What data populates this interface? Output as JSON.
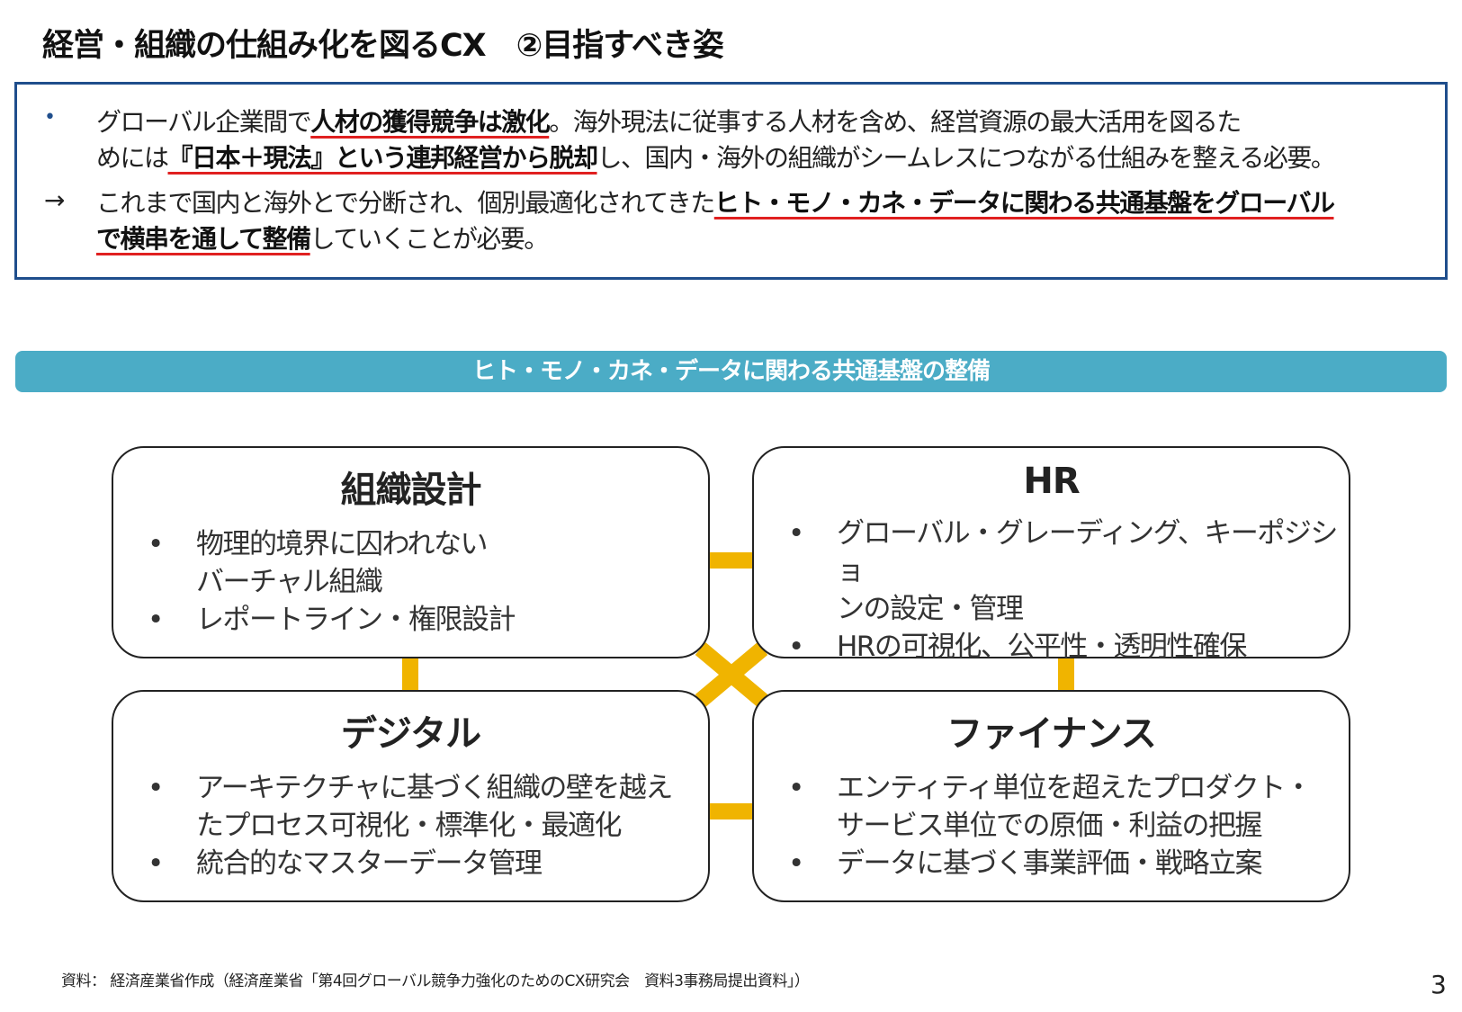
{
  "title": "経営・組織の仕組み化を図るCX　②目指すべき姿",
  "summary": {
    "bullet_icon": "•",
    "arrow_icon": "→",
    "p1": [
      "グローバル企業間で",
      "人材の獲得競争は激化",
      "。海外現法に従事する人材を含め、経営資源の最大活用を図るた"
    ],
    "p1b": [
      "めには",
      "『日本＋現法』という連邦経営から脱却",
      "し、国内・海外の組織がシームレスにつながる仕組みを整える必要。"
    ],
    "p2": [
      "これまで国内と海外とで分断され、個別最適化されてきた",
      "ヒト・モノ・カネ・データに関わる共通基盤をグローバル"
    ],
    "p2b": [
      "で横串を通して整備",
      "していくことが必要。"
    ]
  },
  "banner": "ヒト・モノ・カネ・データに関わる共通基盤の整備",
  "cards": [
    {
      "title": "組織設計",
      "items": [
        "物理的境界に囚われない",
        "バーチャル組織",
        "レポートライン・権限設計"
      ]
    },
    {
      "title": "HR",
      "items": [
        "グローバル・グレーディング、キーポジショ",
        "ンの設定・管理",
        "HRの可視化、公平性・透明性確保"
      ]
    },
    {
      "title": "デジタル",
      "items": [
        "アーキテクチャに基づく組織の壁を越え",
        "たプロセス可視化・標準化・最適化",
        "統合的なマスターデータ管理"
      ]
    },
    {
      "title": "ファイナンス",
      "items": [
        "エンティティ単位を超えたプロダクト・",
        "サービス単位での原価・利益の把握",
        "データに基づく事業評価・戦略立案"
      ]
    }
  ],
  "colors": {
    "accent": "#4bacc6",
    "connector": "#f0b400",
    "underline": "#e02020",
    "border": "#1f4e8c"
  },
  "footer": "資料：  経済産業省作成（経済産業省「第4回グローバル競争力強化のためのCX研究会　資料3事務局提出資料」）",
  "page_number": "3"
}
